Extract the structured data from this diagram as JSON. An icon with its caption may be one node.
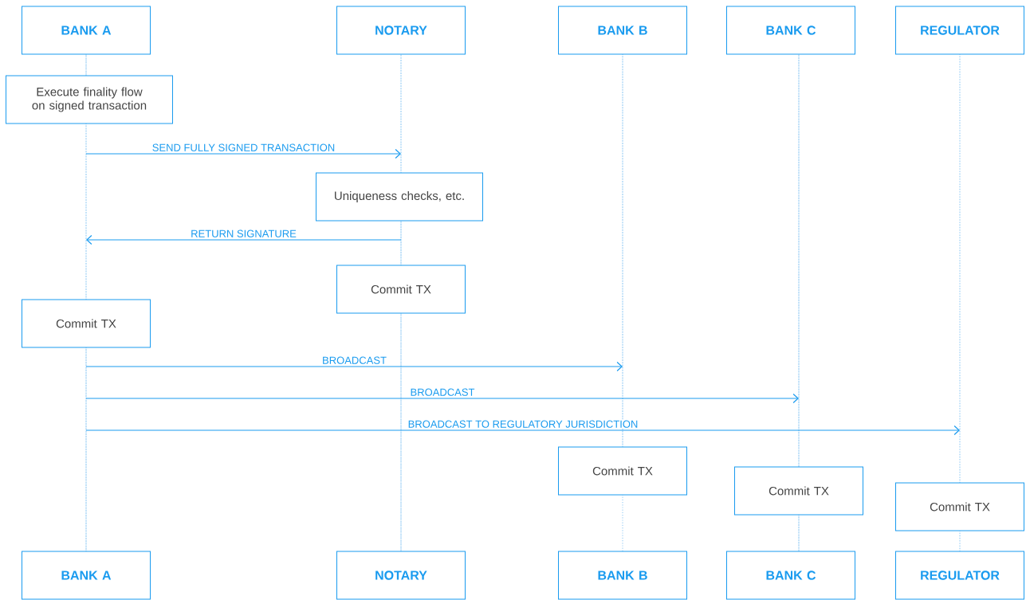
{
  "diagram": {
    "nodes": [
      {
        "text": [
          "BANK A"
        ]
      },
      {
        "text": [
          "NOTARY"
        ]
      },
      {
        "text": [
          "BANK B"
        ]
      },
      {
        "text": [
          "BANK C"
        ]
      },
      {
        "text": [
          "REGULATOR"
        ]
      },
      {
        "text": [],
        "shape": "line"
      },
      {
        "text": [],
        "shape": "line"
      },
      {
        "text": [],
        "shape": "line"
      },
      {
        "text": [],
        "shape": "line"
      },
      {
        "text": [],
        "shape": "line"
      },
      {
        "text": [],
        "shape": "line"
      },
      {
        "text": [],
        "shape": "line"
      },
      {
        "text": [],
        "shape": "line"
      },
      {
        "text": [],
        "shape": "line"
      },
      {
        "text": [],
        "shape": "line"
      },
      {
        "text": [],
        "shape": "line"
      },
      {
        "text": [],
        "shape": "line"
      },
      {
        "text": [
          "Execute finality flow on signed transaction"
        ]
      },
      {
        "text": [
          "Uniqueness checks, etc."
        ]
      },
      {
        "text": [
          "Commit TX"
        ]
      },
      {
        "text": [
          "Commit TX"
        ]
      },
      {
        "text": [
          "Commit TX"
        ]
      },
      {
        "text": [
          "Commit TX"
        ]
      },
      {
        "text": [
          "Commit TX"
        ]
      },
      {
        "text": [
          "BANK A"
        ]
      },
      {
        "text": [
          "NOTARY"
        ]
      },
      {
        "text": [
          "BANK B"
        ]
      },
      {
        "text": [
          "BANK C"
        ]
      },
      {
        "text": [
          "REGULATOR"
        ]
      }
    ],
    "edges": [
      {
        "from": 6,
        "to": 8,
        "arrow": "to",
        "label": "SEND FULLY SIGNED TRANSACTION"
      },
      {
        "from": 9,
        "to": 6,
        "arrow": "to",
        "label": "RETURN SIGNATURE"
      },
      {
        "from": 7,
        "to": 11,
        "arrow": "to",
        "label": "BROADCAST"
      },
      {
        "from": 7,
        "to": 13,
        "arrow": "to",
        "label": "BROADCAST"
      },
      {
        "from": 7,
        "to": 15,
        "arrow": "to",
        "label": "BROADCAST TO REGULATORY JURISDICTION"
      }
    ]
  }
}
